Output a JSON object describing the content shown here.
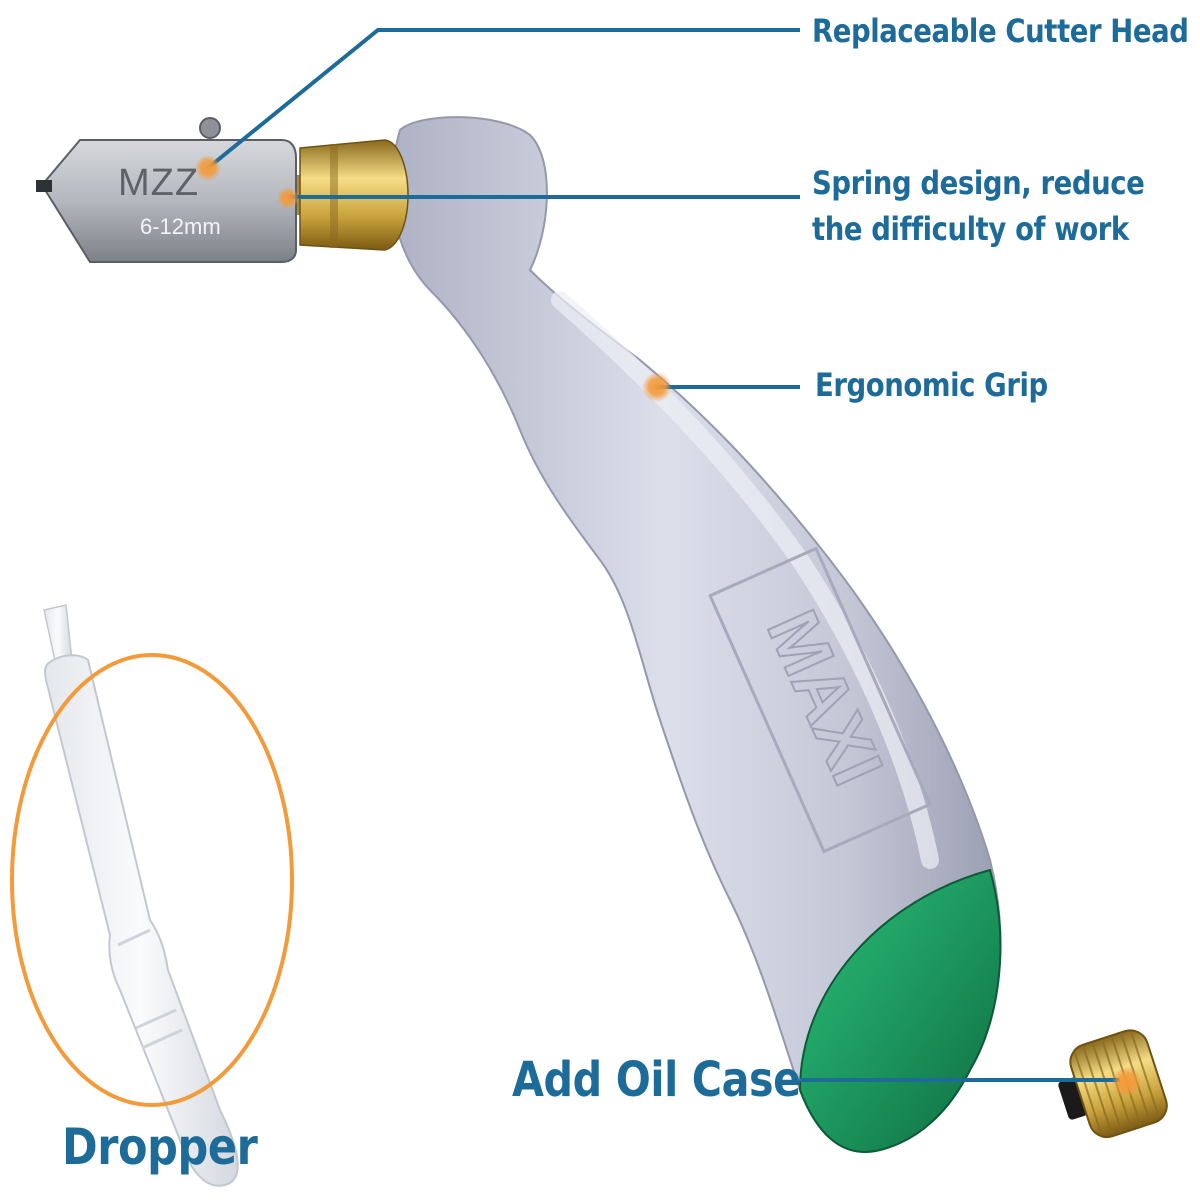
{
  "callouts": {
    "cutter_head": "Replaceable Cutter Head",
    "spring_line1": "Spring design, reduce",
    "spring_line2": "the difficulty of work",
    "grip": "Ergonomic Grip",
    "oil_case": "Add Oil Case",
    "dropper": "Dropper"
  },
  "product_marks": {
    "head_brand": "MZZ",
    "head_size": "6-12mm",
    "handle_logo": "MAXI"
  },
  "colors": {
    "callout_text": "#1d6b99",
    "callout_line": "#1d6b99",
    "marker_orange": "#f39a3b",
    "handle_body": "#c9ccd8",
    "handle_end_cap": "#1f9b62",
    "brass_fitting": "#c9a23c",
    "cutter_head": "#a9adb3"
  }
}
